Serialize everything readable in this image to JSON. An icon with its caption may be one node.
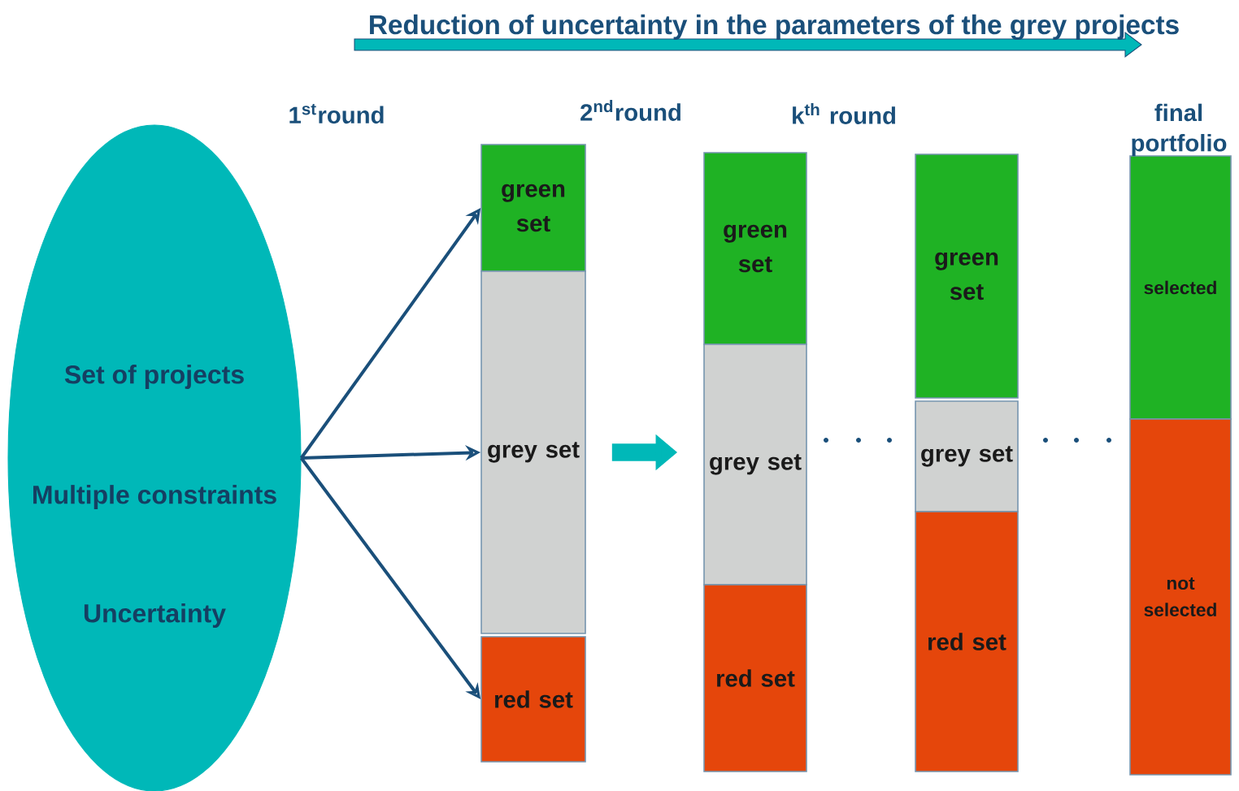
{
  "diagram": {
    "title": "Reduction of uncertainty in the parameters of the grey projects",
    "nodes": [
      {
        "text": [
          "Set of projects",
          "Multiple constraints",
          "Uncertainty"
        ]
      },
      {
        "text": [
          "green set"
        ]
      },
      {
        "text": [
          "grey set"
        ]
      },
      {
        "text": [
          "red set"
        ]
      },
      {
        "text": [
          "green set"
        ]
      },
      {
        "text": [
          "grey set"
        ]
      },
      {
        "text": [
          "red set"
        ]
      },
      {
        "text": [
          "green set"
        ]
      },
      {
        "text": [
          "grey set"
        ]
      },
      {
        "text": [
          "red set"
        ]
      },
      {
        "text": [
          "selected"
        ]
      },
      {
        "text": [
          "not selected"
        ]
      }
    ],
    "edges": [
      {
        "from": 0,
        "to": 1,
        "arrow": "to"
      },
      {
        "from": 0,
        "to": 2,
        "arrow": "to"
      },
      {
        "from": 0,
        "to": 3,
        "arrow": "to"
      },
      {
        "from": 2,
        "to": 5,
        "arrow": "to",
        "style": "thick",
        "color": "#00b8b8"
      }
    ],
    "labels": [
      "1$^{st}$round",
      "2$^{nd}$round",
      "k$^{th}$ round",
      "final portfolio"
    ]
  }
}
